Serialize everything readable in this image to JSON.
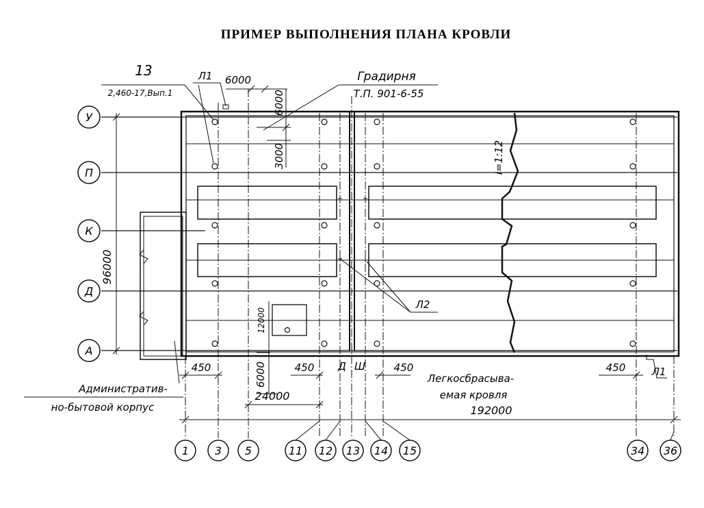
{
  "title": "ПРИМЕР ВЫПОЛНЕНИЯ ПЛАНА КРОВЛИ",
  "labels": {
    "note_13": "13",
    "series": "2,460-17,Вып.1",
    "l1_top": "Л1",
    "cooling_tower": "Градирня",
    "cooling_tower_ref": "Т.П. 901-6-55",
    "dim_6000_h": "6000",
    "dim_6000_v": "6000",
    "dim_3000": "3000",
    "slope": "i=1:12",
    "dim_96000": "96000",
    "dim_12000": "12000",
    "l2": "Л2",
    "dim_450_left": "450",
    "dim_6000_bottom": "6000",
    "dim_450_mid": "450",
    "d_label": "Д",
    "sh_label": "Ш",
    "dim_450_right": "450",
    "easy_roof_1": "Легкосбрасыва-",
    "easy_roof_2": "емая кровля",
    "dim_450_far": "450",
    "l1_bottom": "Л1",
    "admin_1": "Административ-",
    "admin_2": "но-бытовой корпус",
    "dim_24000": "24000",
    "dim_192000": "192000"
  },
  "row_axes": [
    "У",
    "П",
    "К",
    "Д",
    "А"
  ],
  "column_axes": [
    "1",
    "3",
    "5",
    "11",
    "12",
    "13",
    "14",
    "15",
    "34",
    "36"
  ]
}
